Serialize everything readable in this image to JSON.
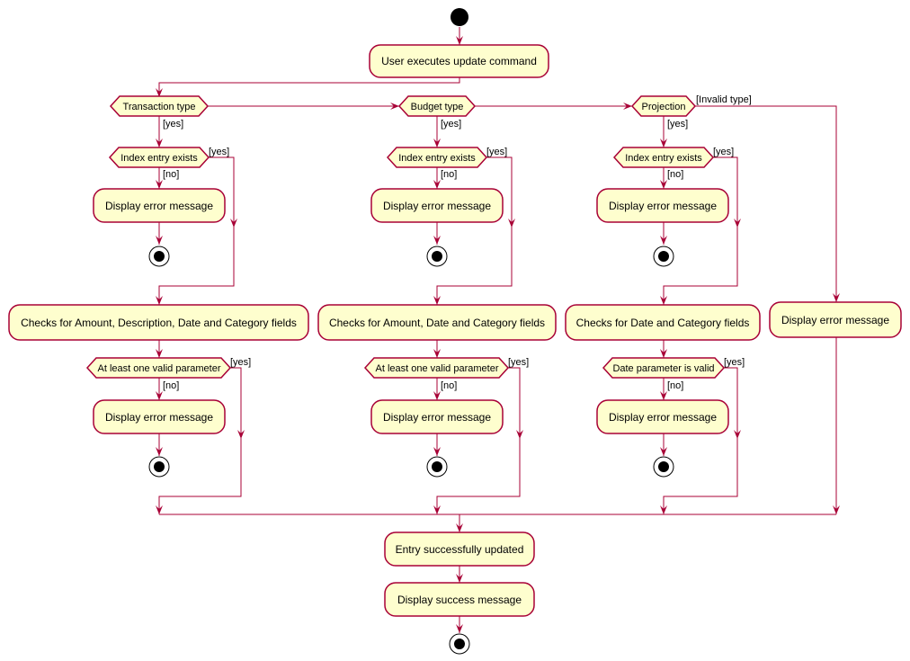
{
  "actions": {
    "start_cmd": "User executes update command",
    "err_t1": "Display error message",
    "err_b1": "Display error message",
    "err_p1": "Display error message",
    "err_inv": "Display error message",
    "check_t": "Checks for Amount, Description, Date and Category fields",
    "check_b": "Checks for Amount, Date and Category fields",
    "check_p": "Checks for Date and Category fields",
    "err_t2": "Display error message",
    "err_b2": "Display error message",
    "err_p2": "Display error message",
    "updated": "Entry successfully updated",
    "success": "Display success message"
  },
  "decisions": {
    "trans_type": "Transaction type",
    "budget_type": "Budget type",
    "projection": "Projection",
    "idx_t": "Index entry exists",
    "idx_b": "Index entry exists",
    "idx_p": "Index entry exists",
    "valid_t": "At least one valid parameter",
    "valid_b": "At least one valid parameter",
    "valid_p": "Date parameter is valid"
  },
  "guards": {
    "yes": "[yes]",
    "no": "[no]",
    "invalid_type": "[Invalid type]"
  },
  "colors": {
    "node_fill": "#FEFECE",
    "border": "#A80036",
    "text": "#000000"
  }
}
